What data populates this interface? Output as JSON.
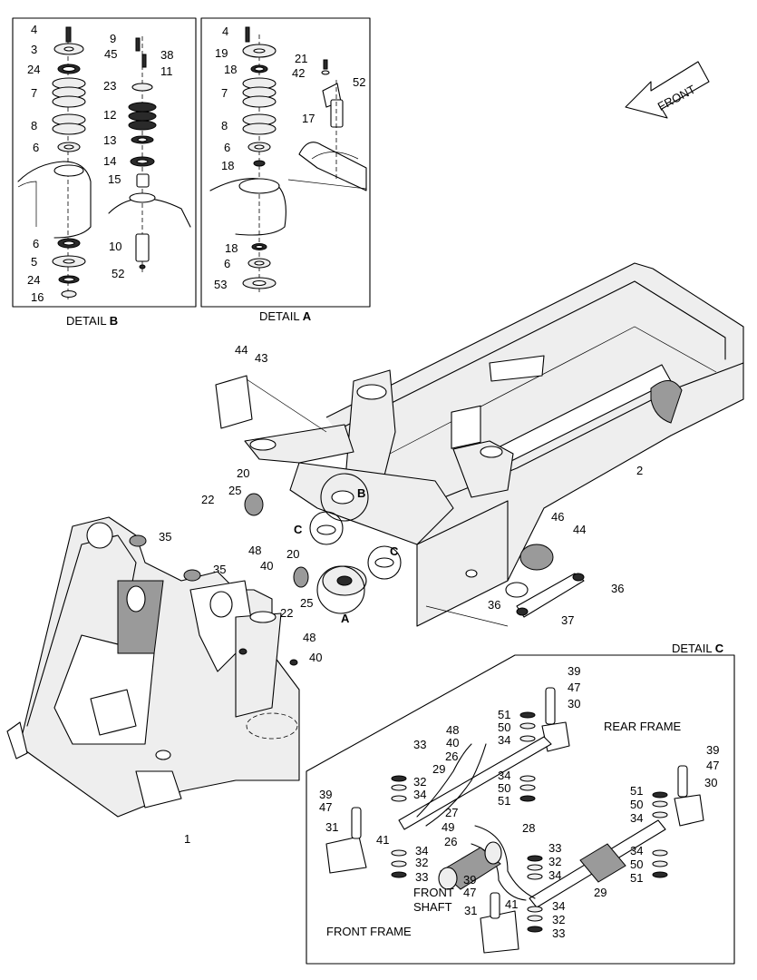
{
  "detail_b": {
    "title": "DETAIL ",
    "letter": "B"
  },
  "detail_a": {
    "title": "DETAIL ",
    "letter": "A"
  },
  "detail_c": {
    "title": "DETAIL ",
    "letter": "C"
  },
  "front_arrow": {
    "label": "FRONT"
  },
  "frame_labels": {
    "rear": "REAR FRAME",
    "front": "FRONT FRAME",
    "shaft_1": "FRONT",
    "shaft_2": "SHAFT"
  },
  "markers": {
    "b": "B",
    "c1": "C",
    "c2": "C",
    "a": "A"
  },
  "callouts_b": [
    "4",
    "3",
    "24",
    "7",
    "8",
    "6",
    "9",
    "45",
    "38",
    "11",
    "23",
    "12",
    "13",
    "14",
    "15",
    "10",
    "52",
    "6",
    "5",
    "24",
    "16"
  ],
  "callouts_a": [
    "4",
    "19",
    "18",
    "7",
    "8",
    "6",
    "18",
    "18",
    "6",
    "53",
    "21",
    "42",
    "52",
    "17"
  ],
  "callouts_main": [
    "44",
    "43",
    "20",
    "25",
    "22",
    "35",
    "35",
    "48",
    "40",
    "20",
    "22",
    "25",
    "48",
    "40",
    "46",
    "44",
    "2",
    "36",
    "36",
    "37",
    "1"
  ],
  "callouts_c": [
    "39",
    "47",
    "30",
    "48",
    "40",
    "26",
    "29",
    "51",
    "50",
    "34",
    "33",
    "32",
    "34",
    "27",
    "49",
    "26",
    "28",
    "34",
    "50",
    "51",
    "39",
    "47",
    "30",
    "39",
    "47",
    "31",
    "41",
    "34",
    "32",
    "33",
    "51",
    "50",
    "34",
    "33",
    "32",
    "34",
    "29",
    "34",
    "50",
    "51",
    "39",
    "47",
    "31",
    "41",
    "34",
    "32",
    "33"
  ]
}
